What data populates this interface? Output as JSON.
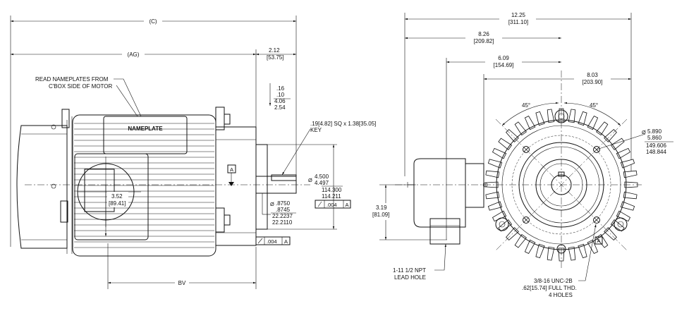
{
  "side_view": {
    "dim_c": "(C)",
    "dim_ag": "(AG)",
    "dim_shaft_len_in": "2.12",
    "dim_shaft_len_mm": "[53.75]",
    "dim_key_depth_in_1": ".16",
    "dim_key_depth_in_2": ".10",
    "dim_key_depth_mm_1": "4.06",
    "dim_key_depth_mm_2": "2.54",
    "note_nameplates_1": "READ NAMEPLATES FROM",
    "note_nameplates_2": "C'BOX SIDE OF MOTOR",
    "nameplate_label": "NAMEPLATE",
    "key_note_1": ".19[4.82] SQ x 1.38[35.05]",
    "key_note_2": "KEY",
    "datum_a": "A",
    "pilot_dia_in_1": "4.500",
    "pilot_dia_in_2": "4.497",
    "pilot_dia_mm_1": "114.300",
    "pilot_dia_mm_2": "114.211",
    "pilot_tol_value": ".004",
    "pilot_tol_datum": "A",
    "shaft_dia_in_1": ".8750",
    "shaft_dia_in_2": ".8745",
    "shaft_dia_mm_1": "22.2237",
    "shaft_dia_mm_2": "22.2110",
    "face_tol_value": ".004",
    "face_tol_datum": "A",
    "box_height_in": "3.52",
    "box_height_mm": "[89.41]",
    "dim_bv": "BV"
  },
  "end_view": {
    "overall_in": "12.25",
    "overall_mm": "[311.10]",
    "box_offset_in": "8.26",
    "box_offset_mm": "[209.82]",
    "lead_offset_in": "6.09",
    "lead_offset_mm": "[154.69]",
    "frame_dia_in": "8.03",
    "frame_dia_mm": "[203.90]",
    "angle_left": "45°",
    "angle_right": "45°",
    "bc_dia_in_1": "5.890",
    "bc_dia_in_2": "5.860",
    "bc_dia_mm_1": "149.606",
    "bc_dia_mm_2": "148.844",
    "lead_height_in": "3.19",
    "lead_height_mm": "[81.09]",
    "lead_hole_1": "1-11 1/2 NPT",
    "lead_hole_2": "LEAD HOLE",
    "holes_note_1": "3/8-16 UNC-2B",
    "holes_note_2": ".62[15.74] FULL THD.",
    "holes_note_3": "4 HOLES"
  }
}
